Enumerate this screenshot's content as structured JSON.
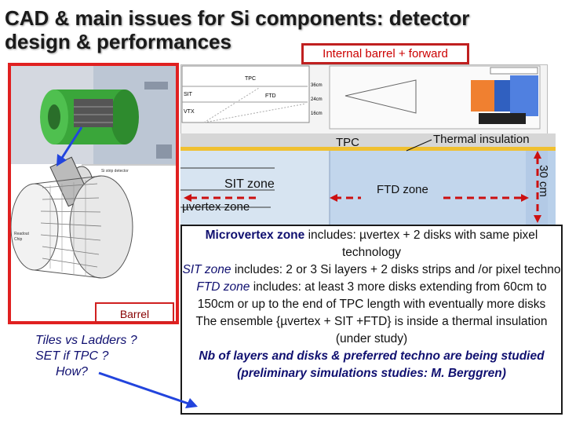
{
  "title": {
    "line1": "CAD & main issues for Si components: detector",
    "line2": "design & performances"
  },
  "tag": "Internal barrel + forward",
  "left_panel": {
    "barrel_label": "Barrel",
    "questions": [
      "Tiles vs Ladders ?",
      "SET if TPC ?",
      "How?"
    ]
  },
  "top_figure": {
    "labels": [
      "TPC",
      "SIT",
      "FTD",
      "VTX"
    ],
    "radii": [
      "36cm",
      "24cm",
      "16cm"
    ]
  },
  "zone_diagram": {
    "tpc": "TPC",
    "thermal": "Thermal insulation",
    "sit": "SIT zone",
    "uvertex": "µvertex zone",
    "ftd": "FTD zone",
    "size": "30 cm"
  },
  "description": {
    "p1_lead": "Microvertex zone",
    "p1_rest": " includes: µvertex + 2 disks with same pixel technology",
    "p2_lead": "SIT zone",
    "p2_rest": " includes: 2 or 3 Si layers + 2 disks strips and /or pixel techno",
    "p3_lead": "FTD zone",
    "p3_rest": " includes: at least 3 more disks extending from 60cm to 150cm or up to the end of TPC length with eventually more disks",
    "p4": "The ensemble {µvertex + SIT +FTD} is inside a  thermal insulation (under study)",
    "p5": "Nb of layers and disks & preferred techno are being studied (preliminary simulations studies: M. Berggren)"
  },
  "colors": {
    "red_frame": "#e02020",
    "navy_text": "#101070",
    "zone_blue": "#b9d0ea",
    "arrow_blue": "#2244dd"
  }
}
